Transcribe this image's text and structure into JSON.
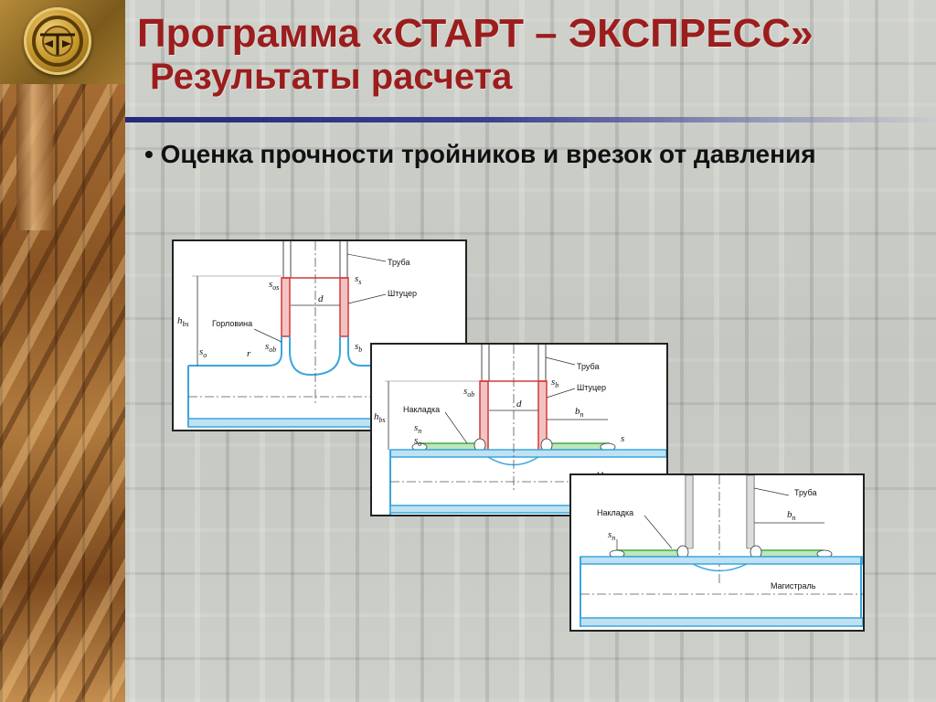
{
  "title": {
    "line1": "Программа «СТАРТ – ЭКСПРЕСС»",
    "line2": "Результаты расчета"
  },
  "bullet": {
    "marker": "•",
    "text": "Оценка прочности тройников и врезок от давления"
  },
  "colors": {
    "title": "#9b1d1d",
    "rule": "#262a7a",
    "pipe_wall": "#3aa6dd",
    "nozzle_wall": "#d43a3a",
    "pad": "#3fae3f"
  },
  "logo": {
    "icon": "emblem-icon"
  },
  "diagrams": {
    "d1": {
      "labels": {
        "pipe": "Труба",
        "nozzle": "Штуцер",
        "neck": "Горловина",
        "sos": "s",
        "sos_sub": "os",
        "ss": "s",
        "ss_sub": "s",
        "d": "d",
        "hbs": "h",
        "hbs_sub": "bs",
        "so": "s",
        "so_sub": "o",
        "r": "r",
        "sob": "s",
        "sob_sub": "ob",
        "sb": "s",
        "sb_sub": "b"
      }
    },
    "d2": {
      "labels": {
        "pipe": "Труба",
        "nozzle": "Штуцер",
        "pad": "Накладка",
        "main": "Магистраль",
        "sob": "s",
        "sob_sub": "ob",
        "sb": "s",
        "sb_sub": "b",
        "d": "d",
        "bn": "b",
        "bn_sub": "n",
        "hbs": "h",
        "hbs_sub": "bs",
        "sn": "s",
        "sn_sub": "n",
        "so": "s",
        "so_sub": "o",
        "s": "s"
      }
    },
    "d3": {
      "labels": {
        "pipe": "Труба",
        "pad": "Накладка",
        "bn": "b",
        "bn_sub": "n",
        "sn": "s",
        "sn_sub": "n",
        "main": "Магистраль"
      }
    }
  }
}
